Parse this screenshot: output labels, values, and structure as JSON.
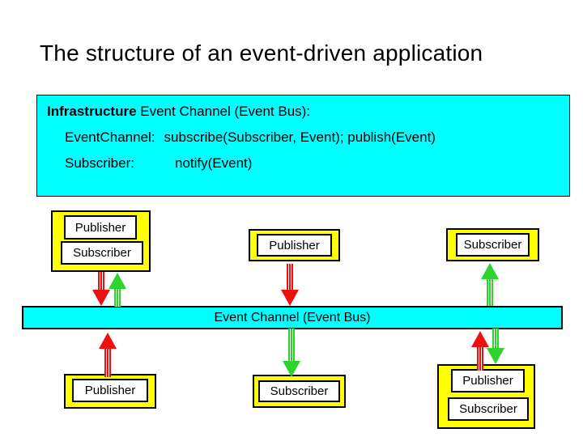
{
  "colors": {
    "cyan": "#00ffff",
    "yellow": "#ffff00",
    "red": "#ee0f0f",
    "green": "#2ed32e"
  },
  "title": "The structure of an event-driven application",
  "infrastructure_box": {
    "heading_bold": "Infrastructure",
    "heading_rest": " Event Channel (Event Bus):",
    "event_channel_label": "EventChannel:",
    "event_channel_ops": "subscribe(Subscriber, Event); publish(Event)",
    "subscriber_label": "Subscriber:",
    "subscriber_ops": "notify(Event)"
  },
  "bus": {
    "label": "Event Channel (Event Bus)"
  },
  "nodes": {
    "top_left": {
      "publisher": "Publisher",
      "subscriber": "Subscriber"
    },
    "top_middle": {
      "publisher": "Publisher"
    },
    "top_right": {
      "subscriber": "Subscriber"
    },
    "bottom_left": {
      "publisher": "Publisher"
    },
    "bottom_middle": {
      "subscriber": "Subscriber"
    },
    "bottom_right": {
      "publisher": "Publisher",
      "subscriber": "Subscriber"
    }
  }
}
